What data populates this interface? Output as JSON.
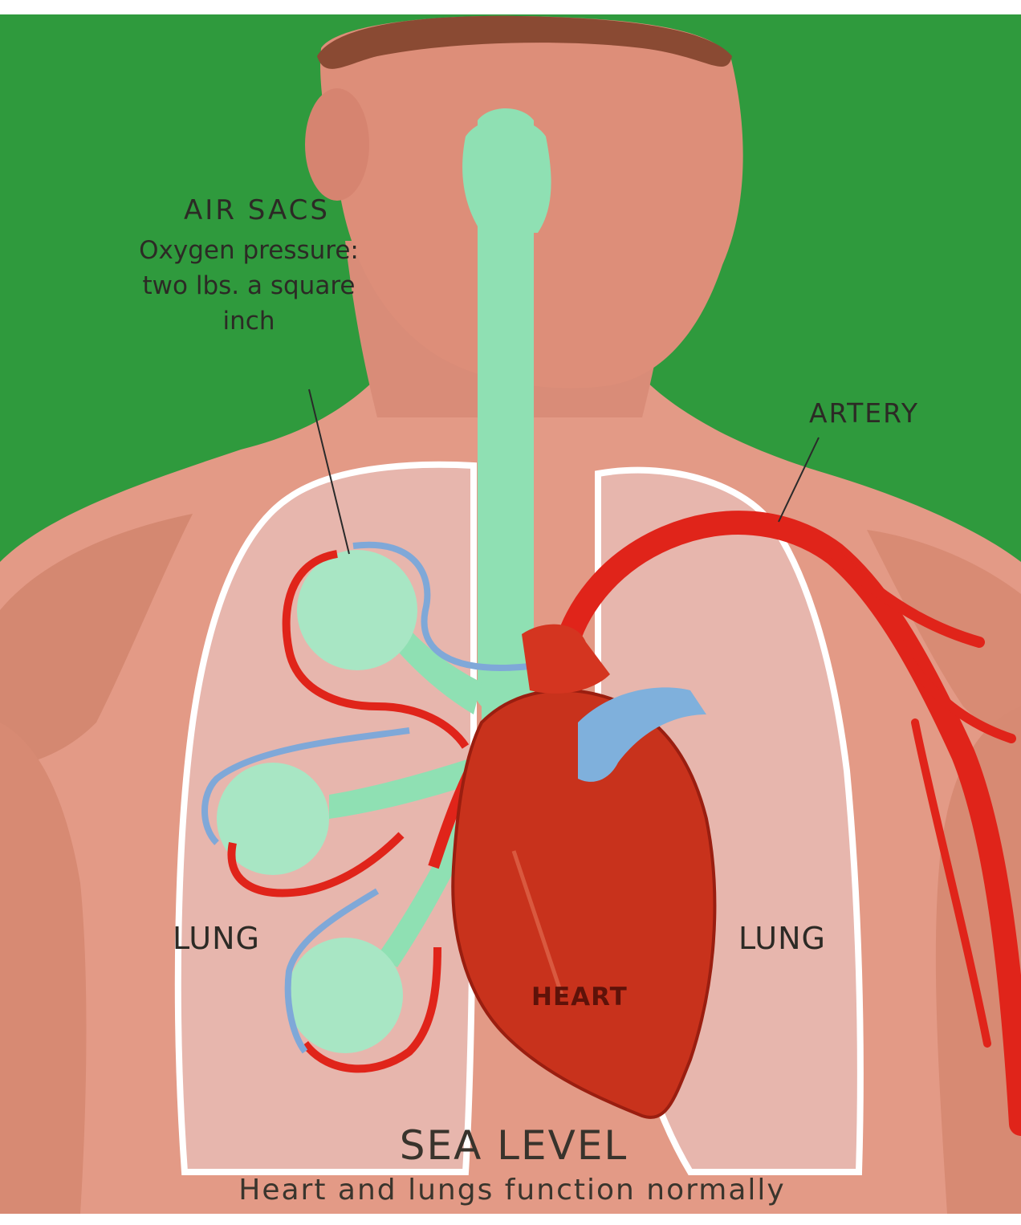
{
  "labels": {
    "air_sacs": "AIR SACS",
    "air_sacs_description": "Oxygen pressure: two lbs. a square inch",
    "artery": "ARTERY",
    "lung_left": "LUNG",
    "lung_right": "LUNG",
    "heart": "HEART",
    "title": "SEA LEVEL",
    "caption": "Heart and lungs function normally"
  },
  "colors": {
    "background": "#2f9a3d",
    "skin": "#e8a08c",
    "lung_fill": "#e7b6ad",
    "airway": "#8fe0b3",
    "artery_red": "#e0241a",
    "heart_red": "#c8321c",
    "vein_blue": "#7fb0dc"
  }
}
